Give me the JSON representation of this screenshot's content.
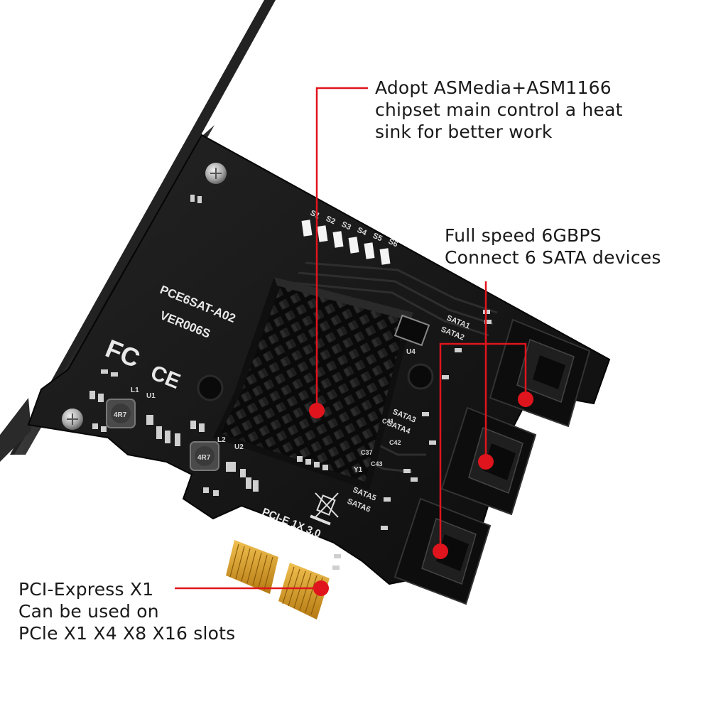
{
  "callouts": {
    "chipset": {
      "lines": [
        "Adopt ASMedia+ASM1166",
        "chipset main control a heat",
        "sink for better work"
      ]
    },
    "sata": {
      "lines": [
        "Full speed 6GBPS",
        "Connect 6 SATA devices"
      ]
    },
    "pcie": {
      "lines": [
        "PCI-Express X1",
        "Can be used on",
        "PCle X1 X4 X8 X16 slots"
      ]
    }
  },
  "board": {
    "model": "PCE6SAT-A02",
    "version": "VER006S",
    "fc_mark": "FC",
    "ce_mark": "CE",
    "slot_label": "PCI-E 1X 3.0",
    "port_labels": [
      "SATA1",
      "SATA2",
      "SATA3",
      "SATA4",
      "SATA5",
      "SATA6"
    ],
    "led_labels": [
      "S1",
      "S2",
      "S3",
      "S4",
      "S5",
      "S6"
    ],
    "inductor_label": "4R7",
    "component_labels": [
      "L1",
      "U1",
      "L2",
      "U2",
      "U4",
      "Y1",
      "C41",
      "C42",
      "C43",
      "C37"
    ]
  },
  "colors": {
    "pointer": "#e0141c",
    "pcb": "#161616",
    "gold": "#d79a2a",
    "bracket": "#2b2b2b"
  }
}
